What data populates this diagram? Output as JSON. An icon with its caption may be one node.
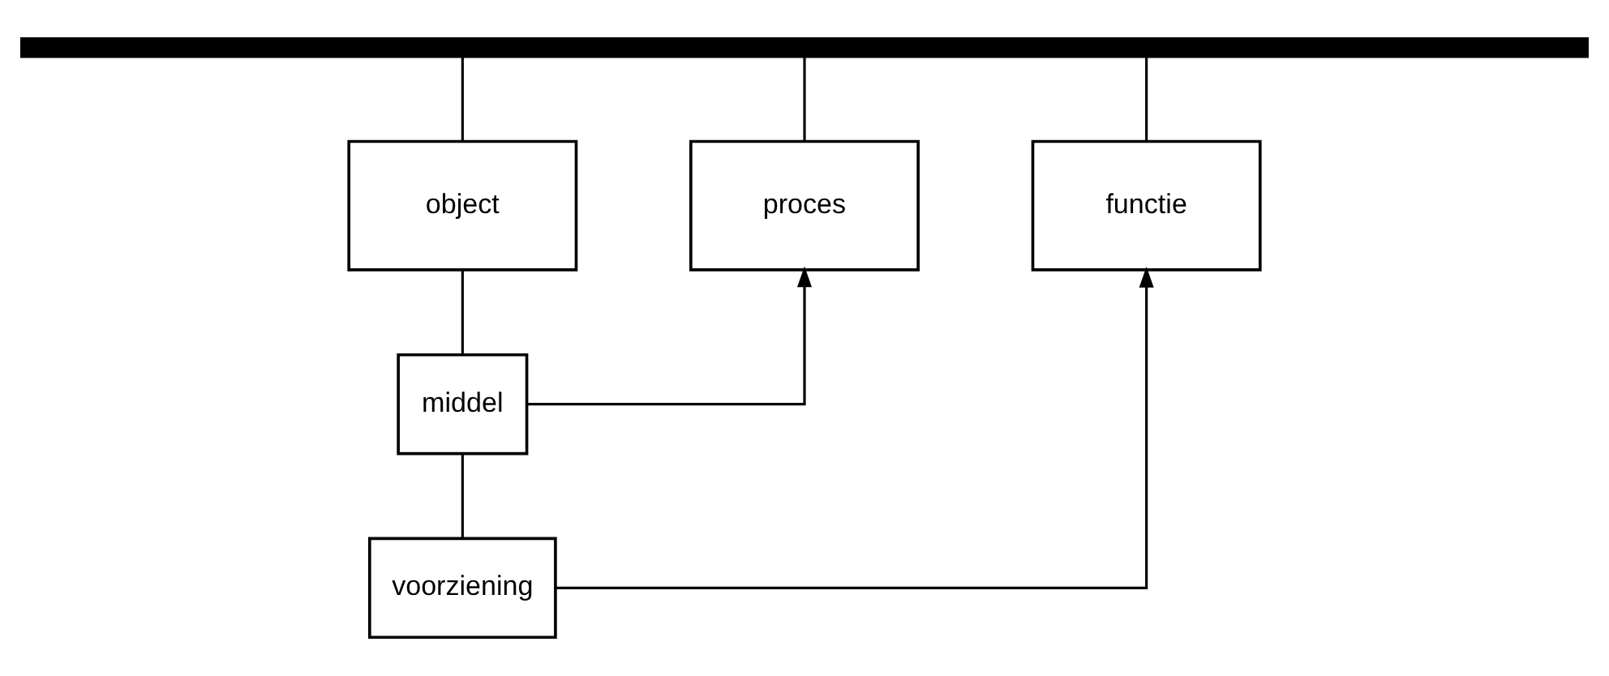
{
  "diagram": {
    "nodes": [
      {
        "text": [],
        "shape": "bar"
      },
      {
        "text": [
          "object"
        ]
      },
      {
        "text": [
          "proces"
        ]
      },
      {
        "text": [
          "functie"
        ]
      },
      {
        "text": [
          "middel"
        ]
      },
      {
        "text": [
          "voorziening"
        ]
      }
    ],
    "edges": [
      {
        "from": 0,
        "to": 1,
        "arrow": "none"
      },
      {
        "from": 0,
        "to": 2,
        "arrow": "none"
      },
      {
        "from": 0,
        "to": 3,
        "arrow": "none"
      },
      {
        "from": 1,
        "to": 4,
        "arrow": "none"
      },
      {
        "from": 4,
        "to": 2,
        "arrow": "to"
      },
      {
        "from": 4,
        "to": 5,
        "arrow": "none"
      },
      {
        "from": 5,
        "to": 3,
        "arrow": "to"
      }
    ]
  }
}
